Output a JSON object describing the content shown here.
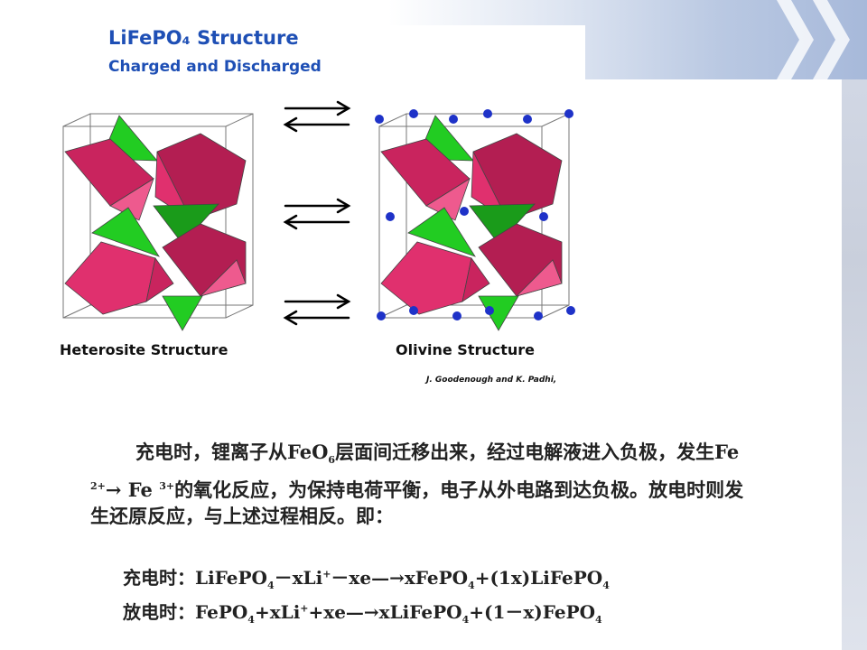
{
  "slide": {
    "title": "LiFePO₄ Structure",
    "subtitle": "Charged and Discharged",
    "left_caption": "Heterosite Structure",
    "right_caption": "Olivine Structure",
    "credit": "J. Goodenough and K. Padhi,"
  },
  "body": {
    "p1": "充电时，锂离子从",
    "p1_fe": "FeO",
    "p1_sub": "6",
    "p2": "层面间迁移出来，经过电解液进入负极，发生",
    "p3": "Fe ",
    "p3_sup": "2+",
    "p4": "→ Fe ",
    "p4_sup": "3+",
    "p5": "的氧化反应，为保持电荷平衡，电子从外电路到达负极。放电时则发生还原反应，与上述过程相反。即："
  },
  "equations": {
    "charge_label": "充电时：",
    "charge_a": "LiFePO",
    "charge_a_sub": "4",
    "charge_b": "－xLi",
    "charge_b_sup": "+",
    "charge_c": "－xe—→xFePO",
    "charge_c_sub": "4",
    "charge_d": "+(1x)LiFePO",
    "charge_d_sub": "4",
    "discharge_label": "放电时：",
    "discharge_a": "FePO",
    "discharge_a_sub": "4",
    "discharge_b": "+xLi",
    "discharge_b_sup": "+",
    "discharge_c": "+xe—→xLiFePO",
    "discharge_c_sub": "4",
    "discharge_d": "+(1－x)FePO",
    "discharge_d_sub": "4"
  },
  "colors": {
    "title_blue": "#1e4fb5",
    "octahedron_pink": "#e0306e",
    "tetrahedron_green": "#22cc22",
    "lithium_blue": "#1e32c8"
  }
}
